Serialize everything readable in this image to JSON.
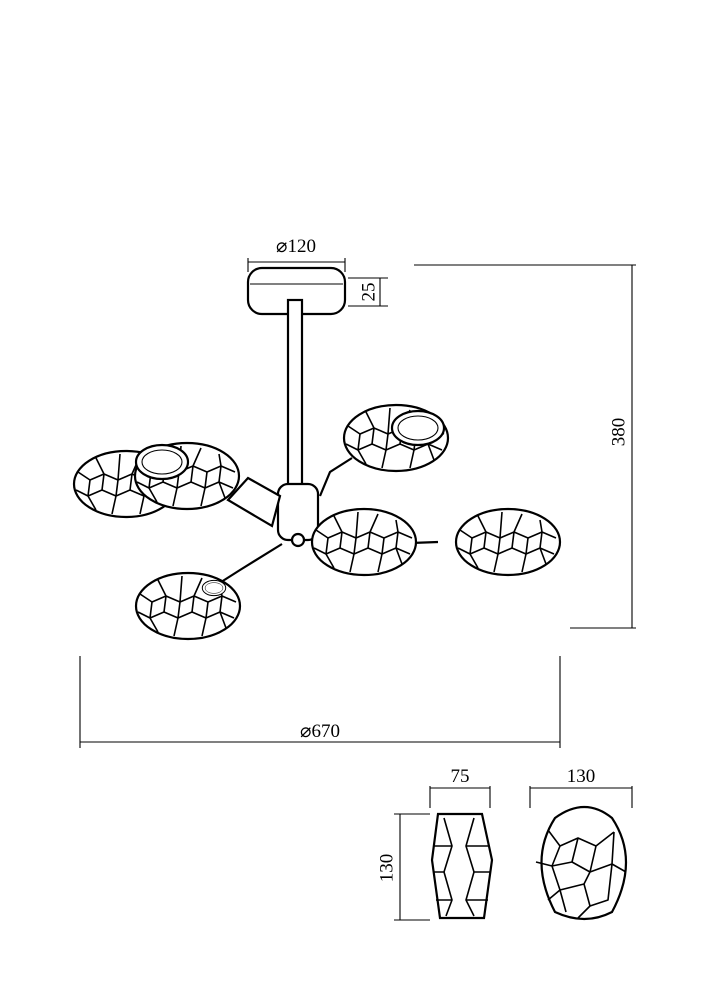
{
  "dimensions": {
    "canopy_diameter": "⌀120",
    "canopy_height": "25",
    "overall_height": "380",
    "overall_diameter": "⌀670",
    "shade_side_width": "75",
    "shade_front_width": "130",
    "shade_height": "130"
  }
}
